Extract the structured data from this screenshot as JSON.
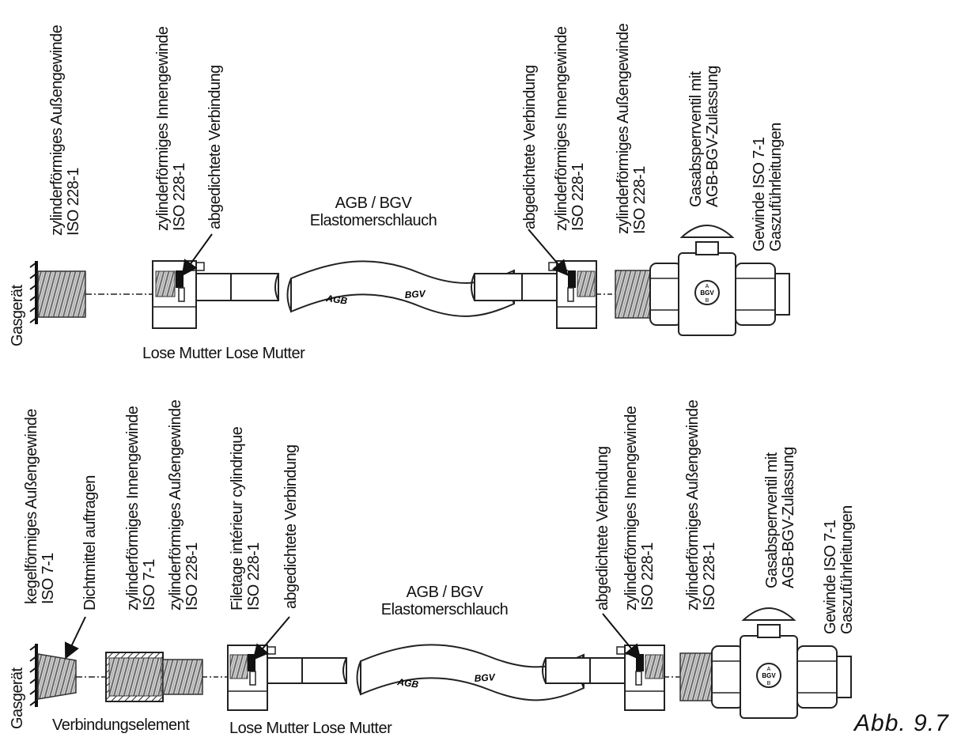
{
  "top_row": {
    "device_label": "Gasgerät",
    "male_thread": [
      "zylinderförmiges Außengewinde",
      "ISO 228-1"
    ],
    "female_thread_left": [
      "zylinderförmiges Innengewinde",
      "ISO 228-1"
    ],
    "sealed_joint_left": "abgedichtete Verbindung",
    "hose_label": [
      "AGB / BGV",
      "Elastomerschlauch"
    ],
    "sealed_joint_right": "abgedichtete Verbindung",
    "female_thread_right": [
      "zylinderförmiges Innengewinde",
      "ISO 228-1"
    ],
    "male_thread_right": [
      "zylinderförmiges Außengewinde",
      "ISO 228-1"
    ],
    "valve_label": [
      "Gasabsperrventil mit",
      "AGB-BGV-Zulassung"
    ],
    "supply_label": [
      "Gewinde ISO 7-1",
      "Gaszuführleitungen"
    ],
    "nut_label": "Lose Mutter Lose Mutter",
    "hose_print_1": "AGB",
    "hose_print_2": "BGV"
  },
  "bottom_row": {
    "device_label": "Gasgerät",
    "tapered_thread": [
      "kegelförmiges Außengewinde",
      "ISO 7-1"
    ],
    "sealant": "Dichtmittel auftragen",
    "female_iso7": [
      "zylinderförmiges Innengewinde",
      "ISO 7-1"
    ],
    "male_228": [
      "zylinderförmiges Außengewinde",
      "ISO 228-1"
    ],
    "filetage": [
      "Filetage intérieur cylindrique",
      "ISO 228-1"
    ],
    "sealed_joint_left": "abgedichtete Verbindung",
    "hose_label": [
      "AGB / BGV",
      "Elastomerschlauch"
    ],
    "sealed_joint_right": "abgedichtete Verbindung",
    "female_thread_right": [
      "zylinderförmiges Innengewinde",
      "ISO 228-1"
    ],
    "male_thread_right": [
      "zylinderförmiges Außengewinde",
      "ISO 228-1"
    ],
    "valve_label": [
      "Gasabsperrventil mit",
      "AGB-BGV-Zulassung"
    ],
    "supply_label": [
      "Gewinde ISO 7-1",
      "Gaszuführleitungen"
    ],
    "connector_label": "Verbindungselement",
    "nut_label": "Lose Mutter Lose Mutter",
    "hose_print_1": "AGB",
    "hose_print_2": "BGV"
  },
  "valve_badge": {
    "top": "A",
    "middle": "BGV",
    "bottom": "B"
  },
  "figure_label": "Abb. 9.7"
}
